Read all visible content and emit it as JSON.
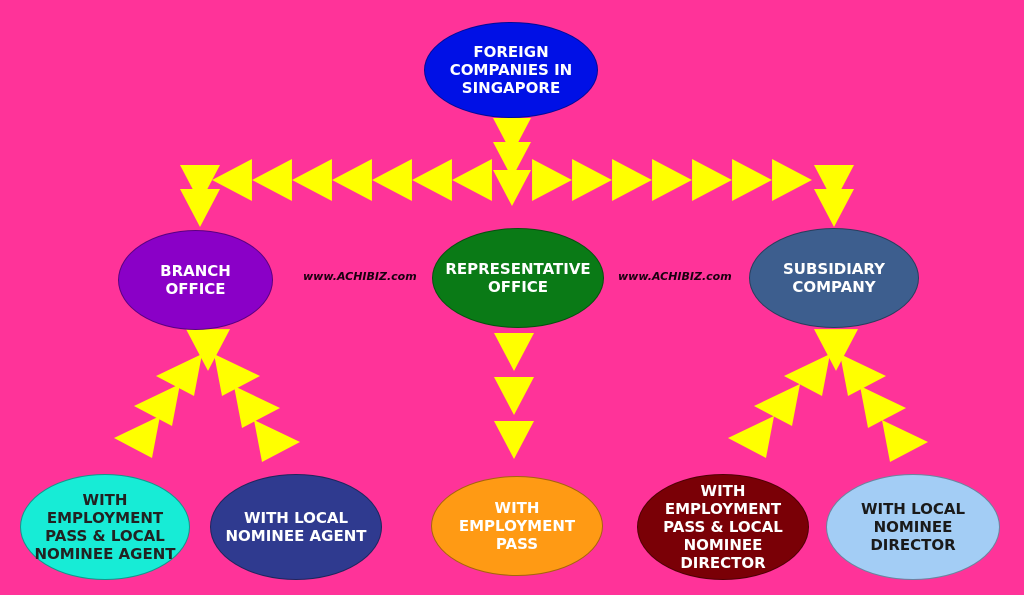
{
  "colors": {
    "background": "#ff3399",
    "arrow": "#ffff00",
    "root": "#0010e6",
    "branch_office": "#8a00c7",
    "representative_office": "#0a7a16",
    "subsidiary_company": "#3d5e8e",
    "with_employment_pass_local_nominee_agent": "#17ecd6",
    "with_local_nominee_agent": "#2f3a8f",
    "with_employment_pass": "#ff9a14",
    "with_employment_pass_local_nominee_director": "#7a0006",
    "with_local_nominee_director": "#a3cdf5"
  },
  "nodes": {
    "root": "FOREIGN COMPANIES IN SINGAPORE",
    "branch_office": "BRANCH OFFICE",
    "representative_office": "REPRESENTATIVE OFFICE",
    "subsidiary_company": "SUBSIDIARY COMPANY",
    "with_employment_pass_local_nominee_agent": "WITH EMPLOYMENT PASS & LOCAL NOMINEE AGENT",
    "with_local_nominee_agent": "WITH LOCAL NOMINEE AGENT",
    "with_employment_pass": "WITH EMPLOYMENT PASS",
    "with_employment_pass_local_nominee_director": "WITH EMPLOYMENT PASS & LOCAL NOMINEE DIRECTOR",
    "with_local_nominee_director": "WITH LOCAL NOMINEE DIRECTOR"
  },
  "watermarks": [
    "www.ACHIBIZ.com",
    "www.ACHIBIZ.com"
  ]
}
